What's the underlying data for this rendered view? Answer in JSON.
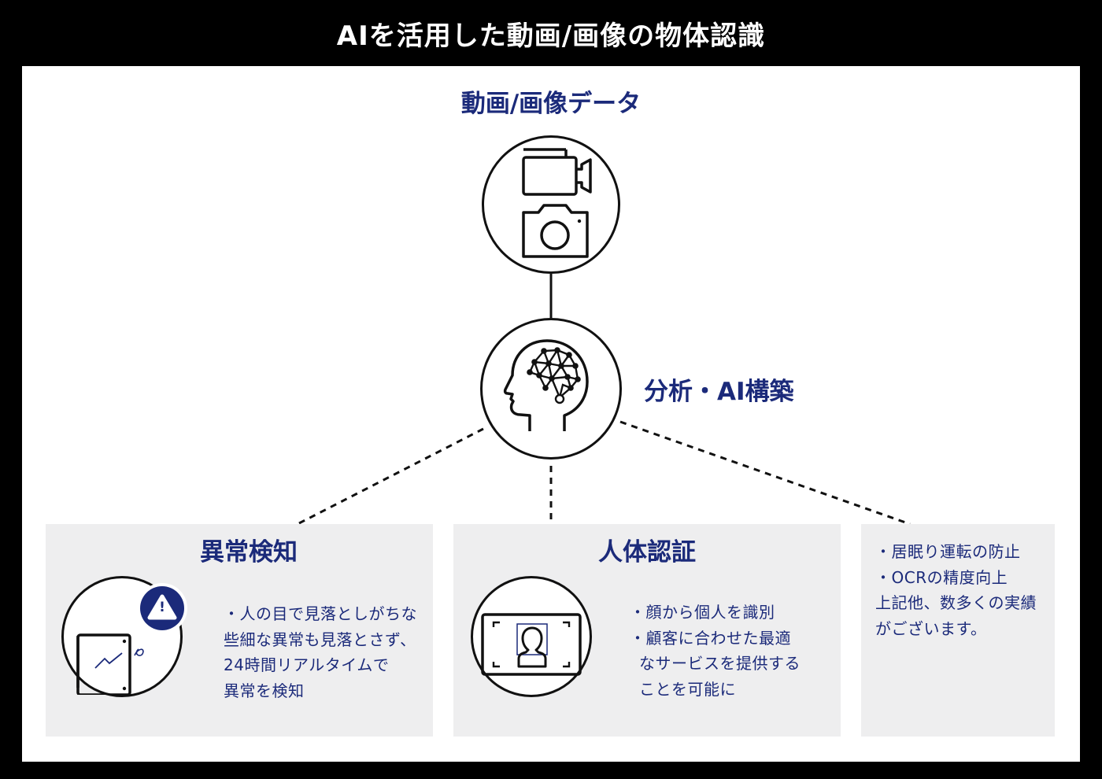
{
  "header": {
    "title": "AIを活用した動画/画像の物体認識"
  },
  "input_node": {
    "label": "動画/画像データ",
    "icons": [
      "video-camera-icon",
      "photo-camera-icon"
    ]
  },
  "ai_node": {
    "label": "分析・AI構築",
    "icon": "brain-network-head-icon"
  },
  "cards": [
    {
      "title": "異常検知",
      "icon": "tablet-with-warning-icon",
      "badge_symbol": "!",
      "lines": [
        "・人の目で見落としがちな",
        "些細な異常も見落とさず、",
        "24時間リアルタイムで",
        "異常を検知"
      ]
    },
    {
      "title": "人体認証",
      "icon": "face-recognition-frame-icon",
      "lines": [
        "・顔から個人を識別",
        "・顧客に合わせた最適",
        "なサービスを提供する",
        "ことを可能に"
      ]
    },
    {
      "lines": [
        "・居眠り運転の防止",
        "・OCRの精度向上",
        "上記他、数多くの実績",
        "がございます。"
      ]
    }
  ],
  "colors": {
    "accent": "#1b2a7a",
    "card_bg": "#eeeeef",
    "frame": "#000000"
  }
}
